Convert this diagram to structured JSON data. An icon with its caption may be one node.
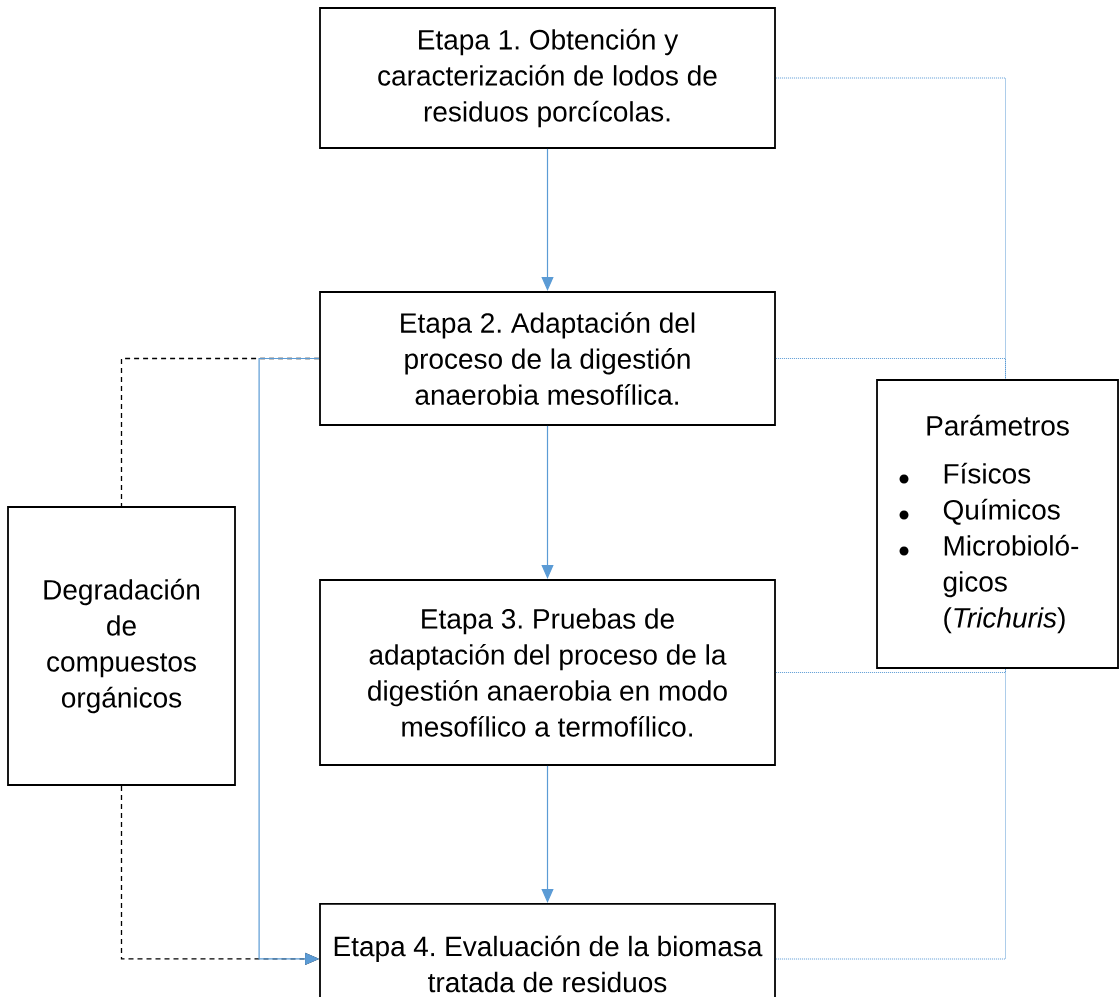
{
  "diagram": {
    "nodes": [
      {
        "text": [
          "Etapa 1. Obtención y caracterización de lodos de residuos porcícolas."
        ]
      },
      {
        "text": [
          "Etapa 2. Adaptación del proceso de la digestión anaerobia mesofílica."
        ]
      },
      {
        "text": [
          "Degradación de compuestos orgánicos"
        ]
      },
      {
        "text": [
          "Parámetros",
          "Físicos",
          "Químicos",
          "Microbioló- gicos (*Trichuris*)"
        ]
      },
      {
        "text": [
          "Etapa 3. Pruebas de adaptación del proceso de la digestión anaerobia en modo mesofílico a termofílico."
        ]
      },
      {
        "text": [
          "Etapa 4. Evaluación de la biomasa tratada de residuos"
        ]
      }
    ],
    "edges": [
      {
        "from": 0,
        "to": 1,
        "arrow": "to"
      },
      {
        "from": 1,
        "to": 4,
        "arrow": "to"
      },
      {
        "from": 4,
        "to": 5,
        "arrow": "to"
      },
      {
        "from": 1,
        "to": 5,
        "arrow": "to"
      },
      {
        "from": 1,
        "to": 2,
        "arrow": "none",
        "style": "dashed",
        "color": "#000000"
      },
      {
        "from": 2,
        "to": 5,
        "arrow": "to",
        "style": "dashed",
        "color": "#000000"
      },
      {
        "from": 0,
        "to": 3,
        "arrow": "none",
        "style": "dashed"
      },
      {
        "from": 1,
        "to": 3,
        "arrow": "none",
        "style": "dashed"
      },
      {
        "from": 4,
        "to": 3,
        "arrow": "none",
        "style": "dashed"
      },
      {
        "from": 5,
        "to": 3,
        "arrow": "none",
        "style": "dashed"
      }
    ]
  }
}
